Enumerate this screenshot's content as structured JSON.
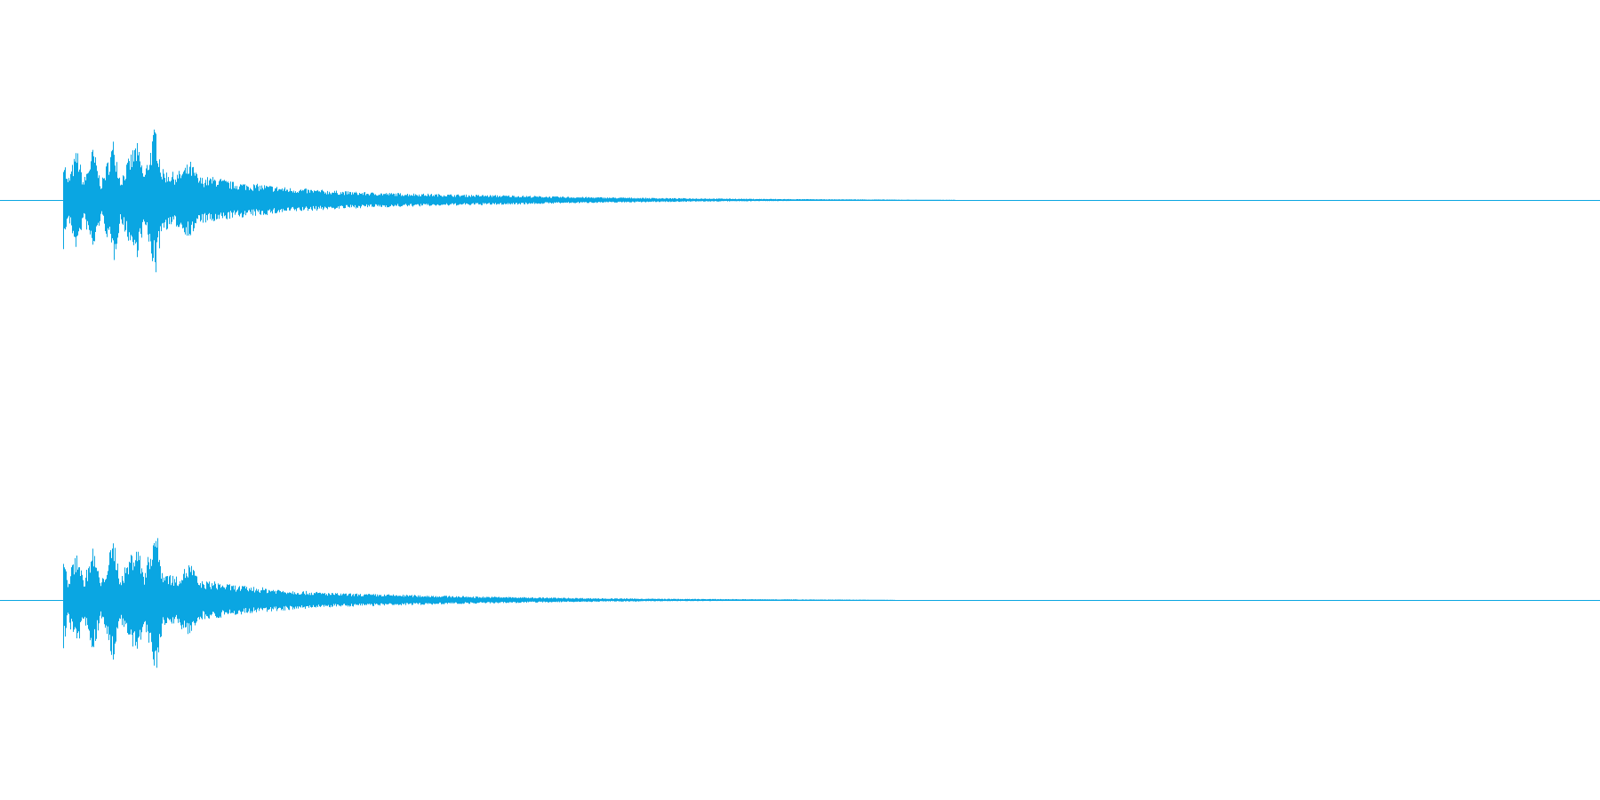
{
  "chart_data": {
    "type": "area",
    "title": "",
    "xlabel": "",
    "ylabel": "",
    "grid": false,
    "colors": {
      "waveform": "#0aa6e2",
      "background": "#ffffff"
    },
    "x_range": [
      0,
      1
    ],
    "y_range": [
      -1,
      1
    ],
    "channels": [
      {
        "id": "channel-1",
        "envelope": [
          {
            "x": 0.039,
            "y": 0.72
          },
          {
            "x": 0.042,
            "y": 0.25
          },
          {
            "x": 0.048,
            "y": 0.68
          },
          {
            "x": 0.052,
            "y": 0.25
          },
          {
            "x": 0.058,
            "y": 0.7
          },
          {
            "x": 0.063,
            "y": 0.22
          },
          {
            "x": 0.071,
            "y": 0.82
          },
          {
            "x": 0.075,
            "y": 0.28
          },
          {
            "x": 0.085,
            "y": 0.78
          },
          {
            "x": 0.09,
            "y": 0.35
          },
          {
            "x": 0.097,
            "y": 1.0
          },
          {
            "x": 0.101,
            "y": 0.4
          },
          {
            "x": 0.11,
            "y": 0.35
          },
          {
            "x": 0.119,
            "y": 0.5
          },
          {
            "x": 0.124,
            "y": 0.3
          },
          {
            "x": 0.135,
            "y": 0.3
          },
          {
            "x": 0.144,
            "y": 0.24
          },
          {
            "x": 0.154,
            "y": 0.22
          },
          {
            "x": 0.165,
            "y": 0.2
          },
          {
            "x": 0.18,
            "y": 0.16
          },
          {
            "x": 0.195,
            "y": 0.14
          },
          {
            "x": 0.21,
            "y": 0.12
          },
          {
            "x": 0.23,
            "y": 0.1
          },
          {
            "x": 0.25,
            "y": 0.09
          },
          {
            "x": 0.27,
            "y": 0.08
          },
          {
            "x": 0.29,
            "y": 0.07
          },
          {
            "x": 0.32,
            "y": 0.06
          },
          {
            "x": 0.35,
            "y": 0.045
          },
          {
            "x": 0.38,
            "y": 0.035
          },
          {
            "x": 0.42,
            "y": 0.025
          },
          {
            "x": 0.46,
            "y": 0.018
          },
          {
            "x": 0.5,
            "y": 0.012
          },
          {
            "x": 0.54,
            "y": 0.008
          },
          {
            "x": 0.565,
            "y": 0.005
          },
          {
            "x": 0.597,
            "y": 0.002
          }
        ]
      },
      {
        "id": "channel-2",
        "envelope": [
          {
            "x": 0.039,
            "y": 0.72
          },
          {
            "x": 0.042,
            "y": 0.25
          },
          {
            "x": 0.048,
            "y": 0.68
          },
          {
            "x": 0.052,
            "y": 0.25
          },
          {
            "x": 0.058,
            "y": 0.7
          },
          {
            "x": 0.063,
            "y": 0.22
          },
          {
            "x": 0.071,
            "y": 0.82
          },
          {
            "x": 0.075,
            "y": 0.28
          },
          {
            "x": 0.085,
            "y": 0.78
          },
          {
            "x": 0.09,
            "y": 0.35
          },
          {
            "x": 0.097,
            "y": 1.0
          },
          {
            "x": 0.101,
            "y": 0.4
          },
          {
            "x": 0.11,
            "y": 0.3
          },
          {
            "x": 0.119,
            "y": 0.5
          },
          {
            "x": 0.124,
            "y": 0.25
          },
          {
            "x": 0.135,
            "y": 0.24
          },
          {
            "x": 0.144,
            "y": 0.2
          },
          {
            "x": 0.154,
            "y": 0.18
          },
          {
            "x": 0.165,
            "y": 0.16
          },
          {
            "x": 0.18,
            "y": 0.13
          },
          {
            "x": 0.195,
            "y": 0.11
          },
          {
            "x": 0.21,
            "y": 0.09
          },
          {
            "x": 0.23,
            "y": 0.08
          },
          {
            "x": 0.25,
            "y": 0.07
          },
          {
            "x": 0.27,
            "y": 0.06
          },
          {
            "x": 0.29,
            "y": 0.05
          },
          {
            "x": 0.32,
            "y": 0.04
          },
          {
            "x": 0.35,
            "y": 0.03
          },
          {
            "x": 0.38,
            "y": 0.022
          },
          {
            "x": 0.42,
            "y": 0.016
          },
          {
            "x": 0.46,
            "y": 0.012
          },
          {
            "x": 0.5,
            "y": 0.008
          },
          {
            "x": 0.54,
            "y": 0.005
          },
          {
            "x": 0.559,
            "y": 0.002
          }
        ]
      }
    ]
  }
}
